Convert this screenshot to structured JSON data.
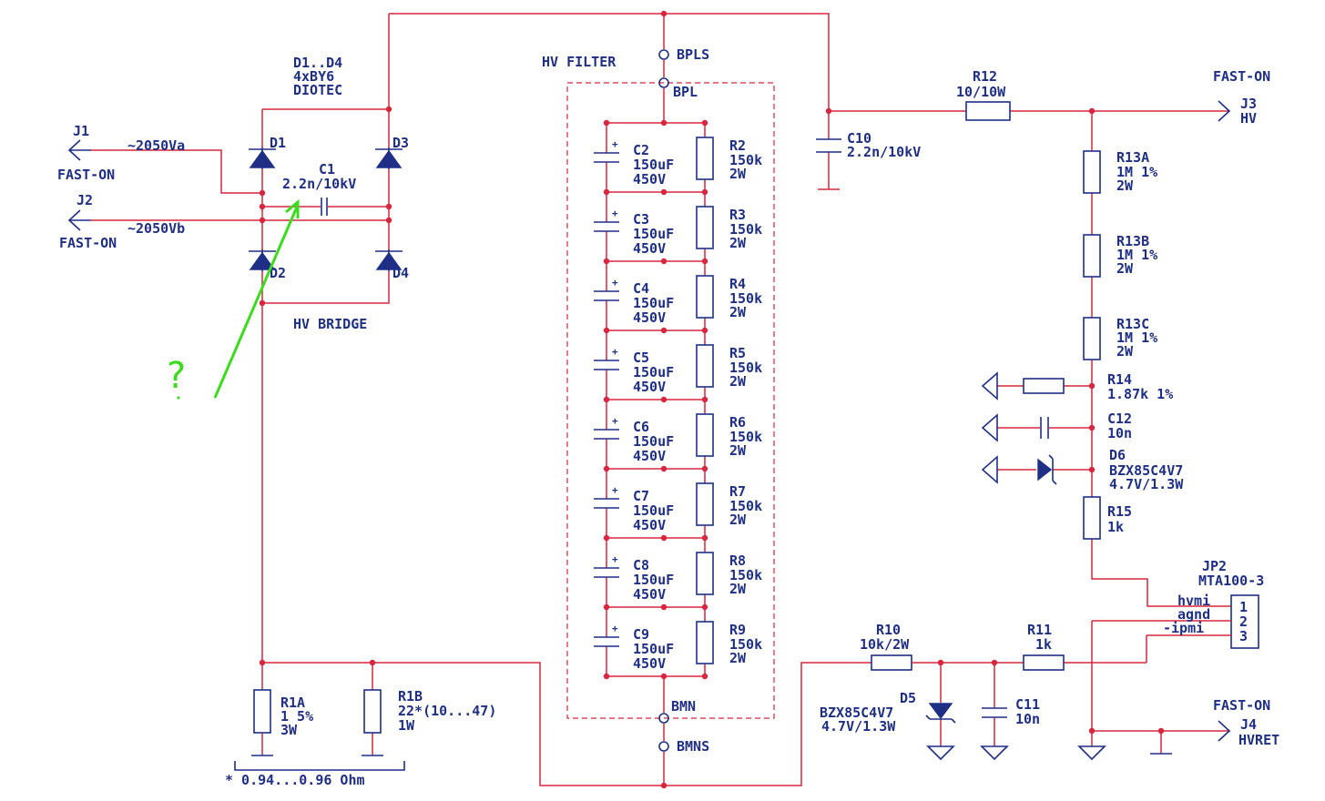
{
  "colors": {
    "wire": "#d7263d",
    "component": "#1f2f86",
    "annotation": "#3bdc1e"
  },
  "bridge": {
    "title_lines": [
      "D1..D4",
      "4xBY6",
      "DIOTEC"
    ],
    "d1": "D1",
    "d2": "D2",
    "d3": "D3",
    "d4": "D4",
    "c1_name": "C1",
    "c1_value": "2.2n/10kV",
    "label": "HV BRIDGE"
  },
  "inputs": {
    "j1": "J1",
    "j1_signal": "~2050Va",
    "j1_note": "FAST-ON",
    "j2": "J2",
    "j2_signal": "~2050Vb",
    "j2_note": "FAST-ON"
  },
  "filter": {
    "label": "HV FILTER",
    "bpls": "BPLS",
    "bpl": "BPL",
    "bmn": "BMN",
    "bmns": "BMNS",
    "stages": [
      {
        "c": "C2",
        "r": "R2"
      },
      {
        "c": "C3",
        "r": "R3"
      },
      {
        "c": "C4",
        "r": "R4"
      },
      {
        "c": "C5",
        "r": "R5"
      },
      {
        "c": "C6",
        "r": "R6"
      },
      {
        "c": "C7",
        "r": "R7"
      },
      {
        "c": "C8",
        "r": "R8"
      },
      {
        "c": "C9",
        "r": "R9"
      }
    ],
    "cap_value": "150uF",
    "cap_voltage": "450V",
    "res_value": "150k",
    "res_power": "2W"
  },
  "output": {
    "c10_name": "C10",
    "c10_value": "2.2n/10kV",
    "r12_name": "R12",
    "r12_value": "10/10W",
    "j3_note": "FAST-ON",
    "j3": "J3",
    "j3_signal": "HV",
    "r13a": [
      "R13A",
      "1M 1%",
      "2W"
    ],
    "r13b": [
      "R13B",
      "1M 1%",
      "2W"
    ],
    "r13c": [
      "R13C",
      "1M 1%",
      "2W"
    ],
    "r14": [
      "R14",
      "1.87k 1%"
    ],
    "c12": [
      "C12",
      "10n"
    ],
    "d6": [
      "D6",
      "BZX85C4V7",
      "4.7V/1.3W"
    ],
    "r15": [
      "R15",
      "1k"
    ]
  },
  "connector": {
    "name": "JP2",
    "part": "MTA100-3",
    "pins": [
      "1",
      "2",
      "3"
    ],
    "signals": [
      "hvmi",
      "agnd",
      "-ipmi"
    ]
  },
  "sense": {
    "r1a": [
      "R1A",
      "1 5%",
      "3W"
    ],
    "r1b": [
      "R1B",
      "22*(10...47)",
      "1W"
    ],
    "note": "* 0.94...0.96 Ohm",
    "r10": [
      "R10",
      "10k/2W"
    ],
    "r11": [
      "R11",
      "1k"
    ],
    "d5": [
      "D5",
      "BZX85C4V7",
      "4.7V/1.3W"
    ],
    "c11": [
      "C11",
      "10n"
    ],
    "j4_note": "FAST-ON",
    "j4": "J4",
    "j4_signal": "HVRET"
  },
  "annotation": {
    "mark": "?"
  }
}
